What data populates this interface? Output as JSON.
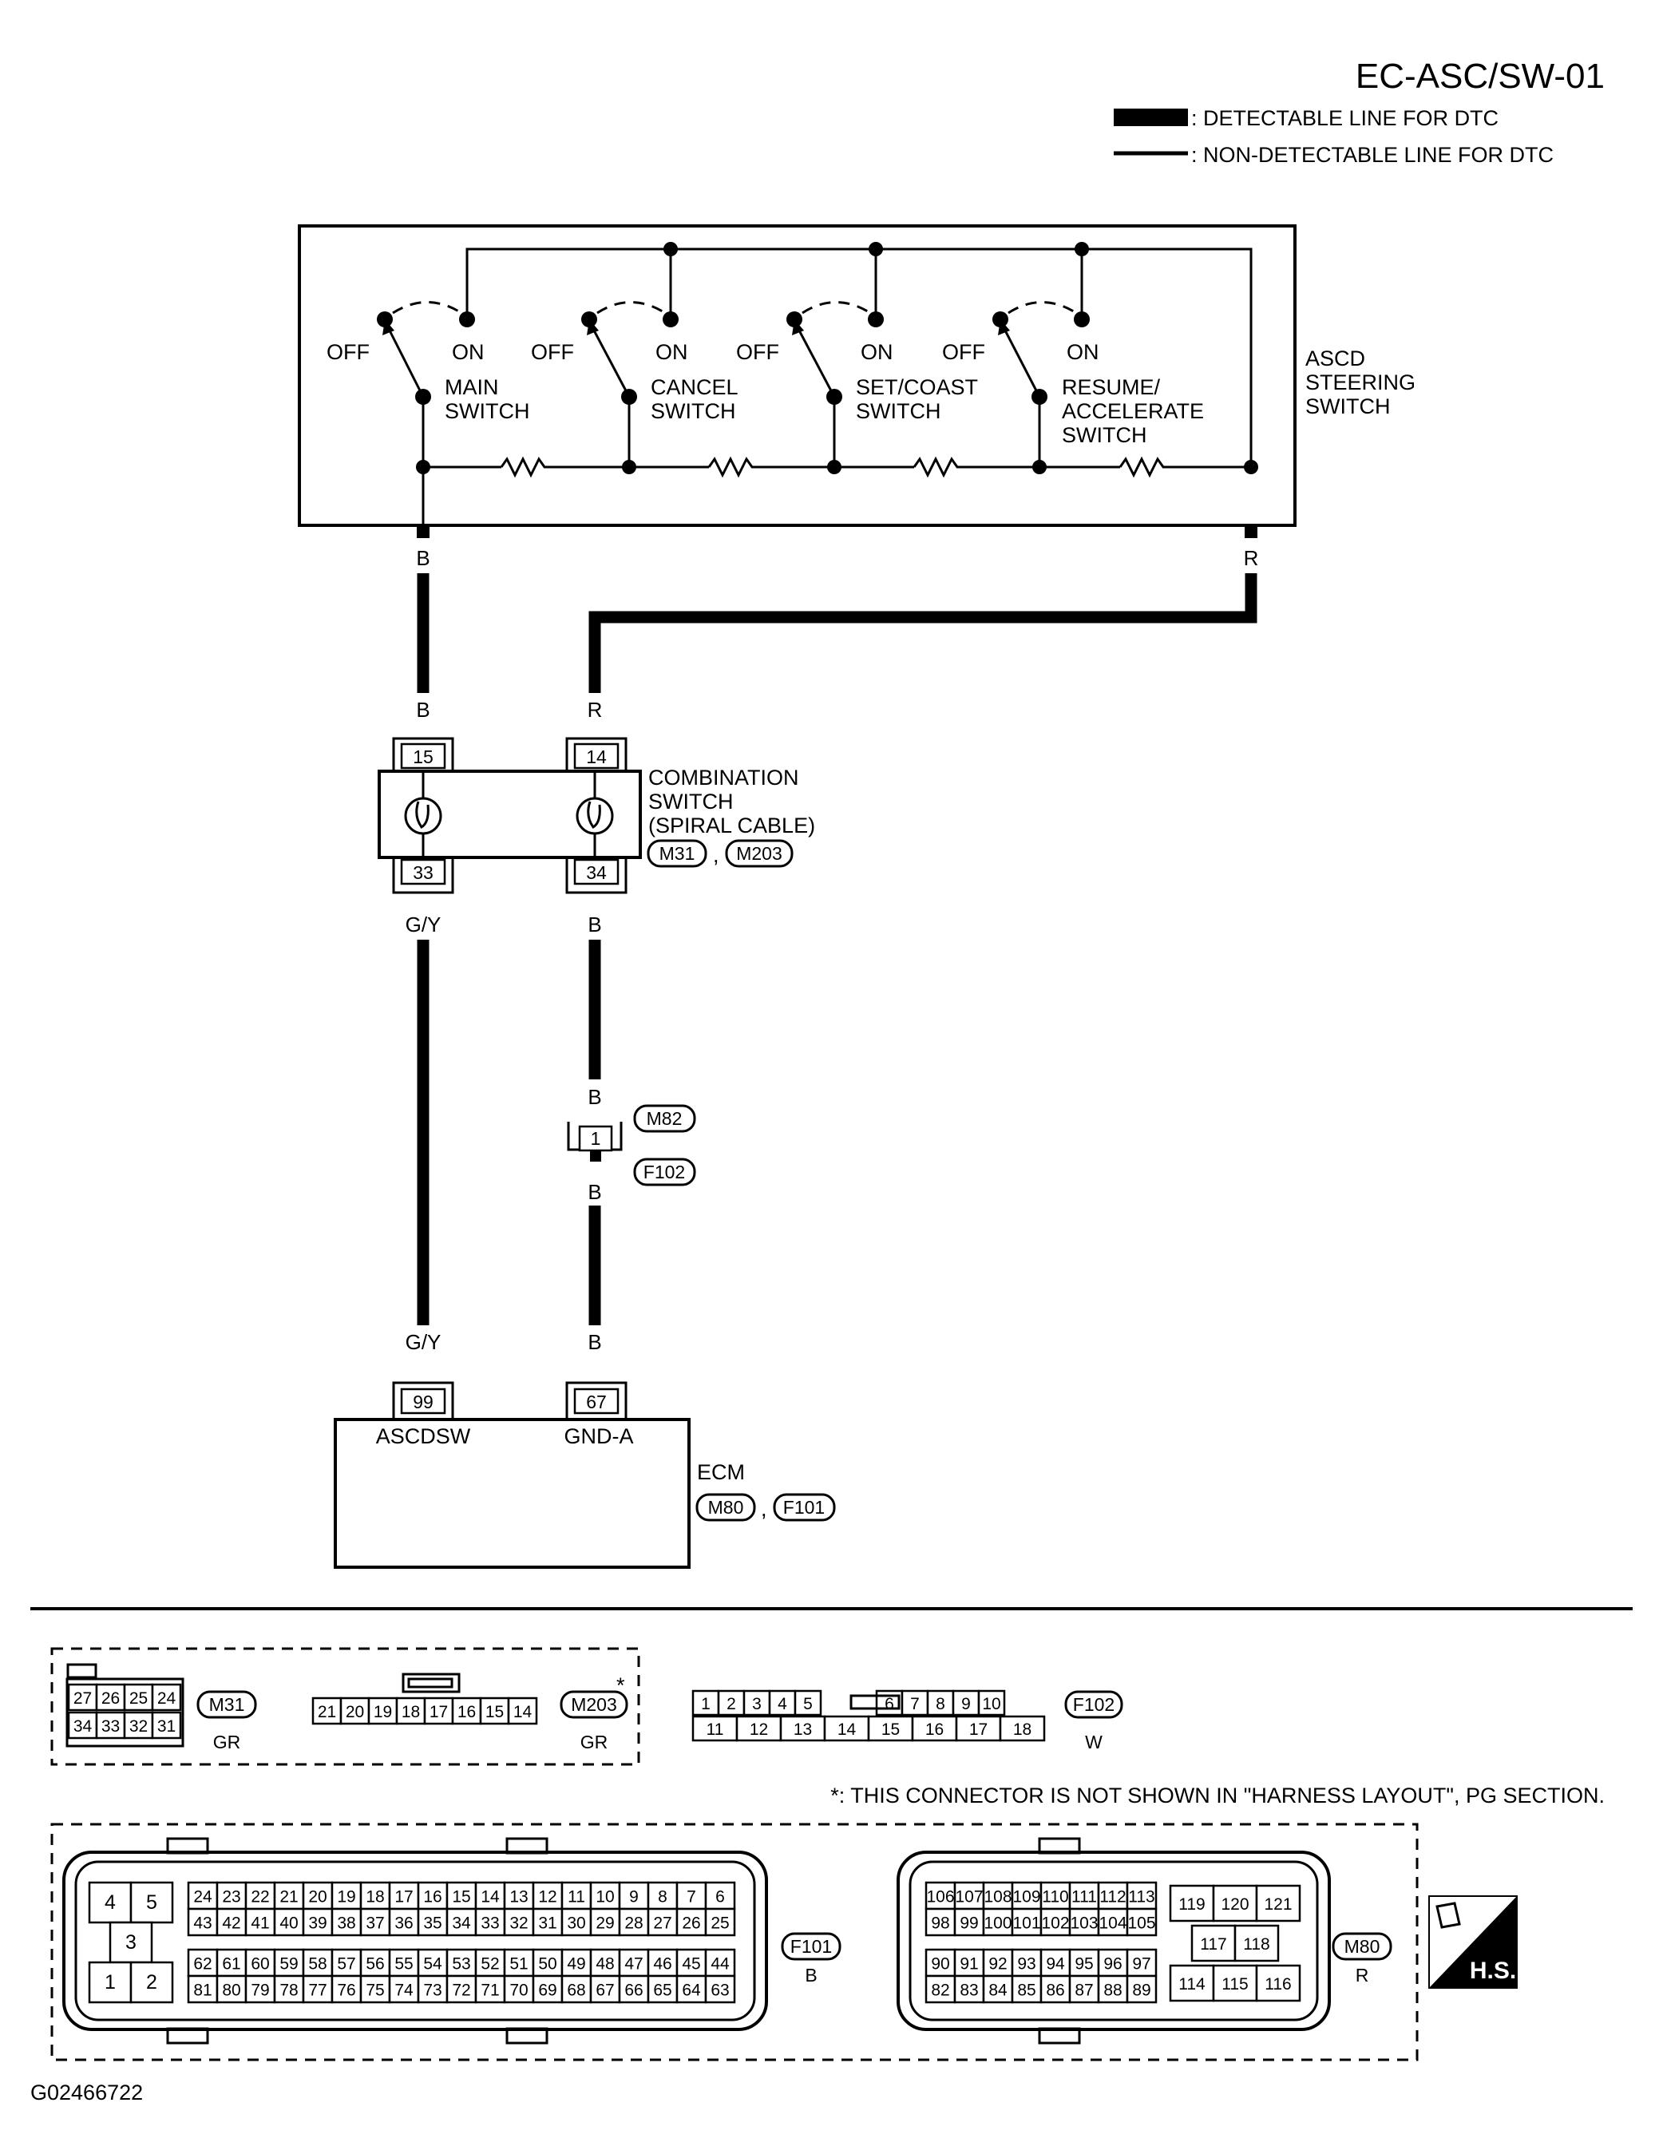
{
  "header": {
    "code": "EC-ASC/SW-01"
  },
  "legend": {
    "detectable": ": DETECTABLE LINE FOR DTC",
    "non_detectable": ": NON-DETECTABLE LINE FOR DTC"
  },
  "switch_box": {
    "label_lines": [
      "ASCD",
      "STEERING",
      "SWITCH"
    ],
    "off": "OFF",
    "on": "ON",
    "switches": [
      {
        "lines": [
          "MAIN",
          "SWITCH"
        ]
      },
      {
        "lines": [
          "CANCEL",
          "SWITCH"
        ]
      },
      {
        "lines": [
          "SET/COAST",
          "SWITCH"
        ]
      },
      {
        "lines": [
          "RESUME/",
          "ACCELERATE",
          "SWITCH"
        ]
      }
    ]
  },
  "wires": {
    "left_top": "B",
    "right_top": "R",
    "left_mid": "B",
    "right_mid": "R",
    "left_low": "G/Y",
    "right_low": "B",
    "m82_top": "B",
    "m82_bottom": "B",
    "ecm_left": "G/Y",
    "ecm_right": "B"
  },
  "combination_switch": {
    "label_lines": [
      "COMBINATION",
      "SWITCH",
      "(SPIRAL CABLE)"
    ],
    "conn1": "M31",
    "comma": ",",
    "conn2": "M203",
    "pins": {
      "tl": "15",
      "tr": "14",
      "bl": "33",
      "br": "34"
    }
  },
  "joint": {
    "pin": "1",
    "top_conn": "M82",
    "bottom_conn": "F102"
  },
  "ecm": {
    "label": "ECM",
    "conn1": "M80",
    "comma": ",",
    "conn2": "F101",
    "pin_left": "99",
    "pin_right": "67",
    "term_left": "ASCDSW",
    "term_right": "GND-A"
  },
  "connectors": {
    "m31": {
      "id": "M31",
      "color": "GR",
      "rows": [
        [
          "27",
          "26",
          "25",
          "24"
        ],
        [
          "34",
          "33",
          "32",
          "31"
        ]
      ]
    },
    "m203": {
      "id": "M203",
      "color": "GR",
      "star": "*",
      "cells": [
        "21",
        "20",
        "19",
        "18",
        "17",
        "16",
        "15",
        "14"
      ]
    },
    "f102": {
      "id": "F102",
      "color": "W",
      "top": [
        "1",
        "2",
        "3",
        "4",
        "5",
        "6",
        "7",
        "8",
        "9",
        "10"
      ],
      "bottom": [
        "11",
        "12",
        "13",
        "14",
        "15",
        "16",
        "17",
        "18"
      ]
    },
    "note": "*: THIS CONNECTOR IS NOT SHOWN IN \"HARNESS LAYOUT\", PG SECTION.",
    "f101": {
      "id": "F101",
      "color": "B",
      "small": [
        "4",
        "5",
        "3",
        "1",
        "2"
      ],
      "row1": [
        "24",
        "23",
        "22",
        "21",
        "20",
        "19",
        "18",
        "17",
        "16",
        "15",
        "14",
        "13",
        "12",
        "11",
        "10",
        "9",
        "8",
        "7",
        "6"
      ],
      "row2": [
        "43",
        "42",
        "41",
        "40",
        "39",
        "38",
        "37",
        "36",
        "35",
        "34",
        "33",
        "32",
        "31",
        "30",
        "29",
        "28",
        "27",
        "26",
        "25"
      ],
      "row3": [
        "62",
        "61",
        "60",
        "59",
        "58",
        "57",
        "56",
        "55",
        "54",
        "53",
        "52",
        "51",
        "50",
        "49",
        "48",
        "47",
        "46",
        "45",
        "44"
      ],
      "row4": [
        "81",
        "80",
        "79",
        "78",
        "77",
        "76",
        "75",
        "74",
        "73",
        "72",
        "71",
        "70",
        "69",
        "68",
        "67",
        "66",
        "65",
        "64",
        "63"
      ]
    },
    "m80": {
      "id": "M80",
      "color": "R",
      "row1": [
        "106",
        "107",
        "108",
        "109",
        "110",
        "111",
        "112",
        "113"
      ],
      "row2": [
        "98",
        "99",
        "100",
        "101",
        "102",
        "103",
        "104",
        "105"
      ],
      "row3": [
        "90",
        "91",
        "92",
        "93",
        "94",
        "95",
        "96",
        "97"
      ],
      "row4": [
        "82",
        "83",
        "84",
        "85",
        "86",
        "87",
        "88",
        "89"
      ],
      "right_top": [
        "119",
        "120",
        "121"
      ],
      "right_mid": [
        "117",
        "118"
      ],
      "right_bot": [
        "114",
        "115",
        "116"
      ]
    }
  },
  "hs_badge": "H.S.",
  "figure_id": "G02466722"
}
